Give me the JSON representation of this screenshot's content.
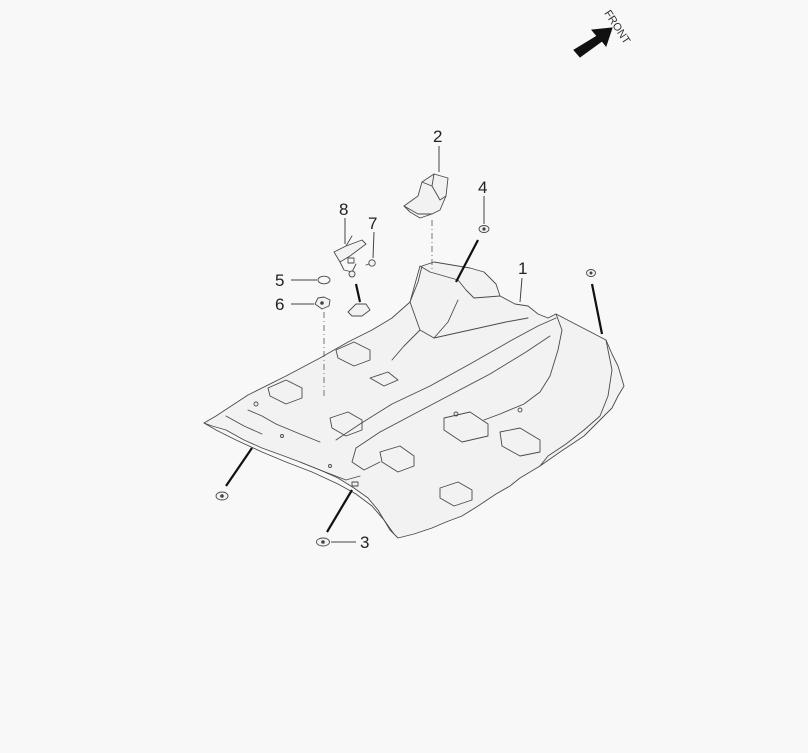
{
  "direction_indicator": {
    "label": "FRONT",
    "icon": "arrow-icon"
  },
  "callouts": [
    {
      "id": "1",
      "label": "1"
    },
    {
      "id": "2",
      "label": "2"
    },
    {
      "id": "3",
      "label": "3"
    },
    {
      "id": "4",
      "label": "4"
    },
    {
      "id": "5",
      "label": "5"
    },
    {
      "id": "6",
      "label": "6"
    },
    {
      "id": "7",
      "label": "7"
    },
    {
      "id": "8",
      "label": "8"
    }
  ]
}
